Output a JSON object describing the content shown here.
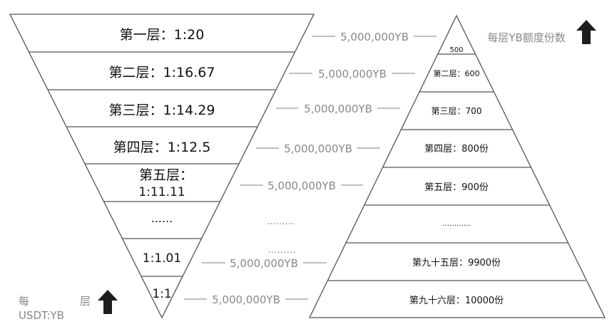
{
  "left_funnel": {
    "levels": [
      {
        "label": "第一层：1:20"
      },
      {
        "label": "第二层：1:16.67"
      },
      {
        "label": "第三层：1:14.29"
      },
      {
        "label": "第四层：1:12.5"
      },
      {
        "label_line1": "第五层：",
        "label_line2": "1:11.11"
      },
      {
        "label": "......"
      },
      {
        "label": "1:1.01"
      },
      {
        "label": "1:1"
      }
    ],
    "caption": {
      "line1_left": "每",
      "line1_right": "层",
      "line2": "USDT:YB"
    }
  },
  "connectors": {
    "amount": "5,000,000YB",
    "ellipsis_1": "………",
    "ellipsis_2": "………"
  },
  "right_pyramid": {
    "title": "每层YB额度份数",
    "levels": [
      {
        "label": "500"
      },
      {
        "label": "第二层：600"
      },
      {
        "label": "第三层：700"
      },
      {
        "label": "第四层：800份"
      },
      {
        "label": "第五层：900份"
      },
      {
        "label": "…………"
      },
      {
        "label": "第九十五层：9900份"
      },
      {
        "label": "第九十六层：10000份"
      }
    ]
  },
  "colors": {
    "stroke": "#555555",
    "connector": "#9a9a9a",
    "text_main": "#111111",
    "text_gray": "#888888",
    "arrow": "#1e1e1e"
  }
}
